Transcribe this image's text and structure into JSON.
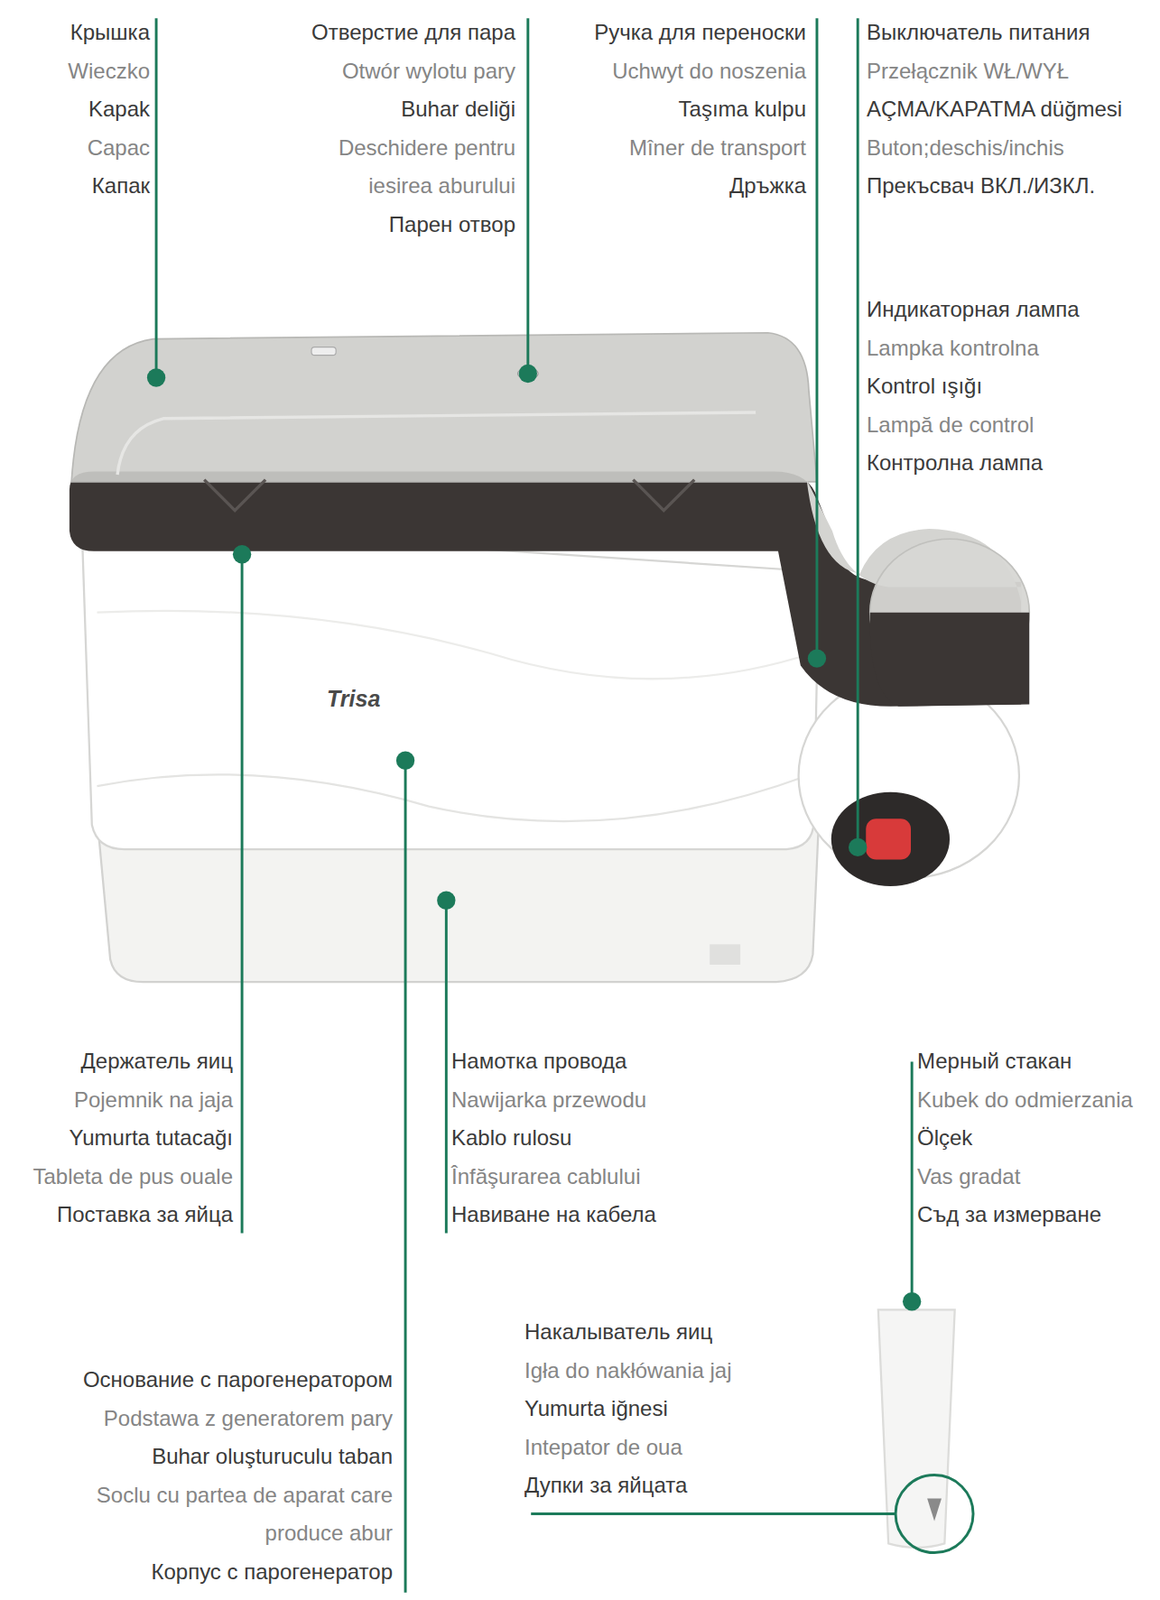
{
  "diagram": {
    "labels": [
      "Крышка",
      "Wieczko",
      "Kapak",
      "Capac",
      "Капак",
      "Отверстие для пара",
      "Otwór wylotu pary",
      "Buhar deliği",
      "Deschidere pentru iesirea aburului",
      "Парен отвор",
      "Ручка для переноски",
      "Uchwyt do noszenia",
      "Taşıma kulpu",
      "Mîner de transport",
      "Дръжка",
      "Выключатель питания",
      "Przełącznik WŁ/WYŁ",
      "AÇMA/KAPATMA düğmesi",
      "Buton;deschis/inchis",
      "Прекъсвач ВКЛ./ИЗКЛ.",
      "Индикаторная лампа",
      "Lampka kontrolna",
      "Kontrol ışığı",
      "Lampă de control",
      "Контролна лампа",
      "Держатель яиц",
      "Pojemnik na jaja",
      "Yumurta tutacağı",
      "Tableta de pus ouale",
      "Поставка за яйца",
      "Намотка провода",
      "Nawijarka przewodu",
      "Kablo rulosu",
      "Înfăşurarea cablului",
      "Навиване на кабела",
      "Мерный стакан",
      "Kubek do odmierzania",
      "Ölçek",
      "Vas gradat",
      "Съд за измерване",
      "Накалыватель яиц",
      "Igła do nakłówania jaj",
      "Yumurta iğnesi",
      "Intepator de oua",
      "Дупки за яйцата",
      "Основание с парогенератором",
      "Podstawa z generatorem pary",
      "Buhar oluşturuculu taban",
      "Soclu cu partea de aparat care produce abur",
      "Корпус с парогенератор",
      "Trisa"
    ]
  }
}
